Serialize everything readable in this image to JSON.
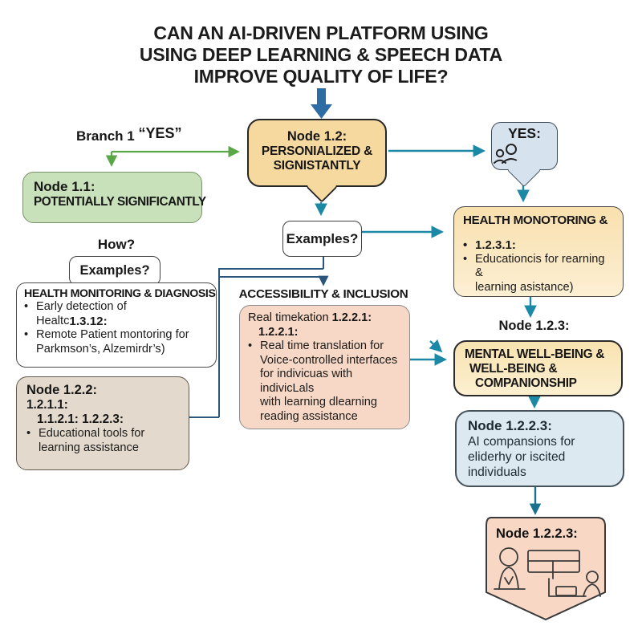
{
  "chars": {
    "bullet": "•"
  },
  "title": {
    "line1": "CAN AN AI-DRIVEN PLATFORM USING",
    "line2": "USING DEEP LEARNING & SPEECH DATA",
    "line3": "IMPROVE QUALITY OF LIFE?"
  },
  "branch": {
    "label": "Branch 1 ",
    "yes": "“YES”"
  },
  "node11": {
    "title": "Node 1.1:",
    "body": "POTENTIALLY SIGNIFICANTLY"
  },
  "how": "How?",
  "examples_left": "Examples?",
  "examples_mid": "Examples?",
  "node12": {
    "title": "Node 1.2:",
    "line2": "PERSONIALIZED &",
    "line3": "SIGNISTANTLY"
  },
  "yes_bubble": {
    "label": "YES:"
  },
  "health_diag": {
    "heading": "HEALTH MONITORING & DIAGNOSIS",
    "b1l1": "Early detection of",
    "b1l2_pre": "Healtc ",
    "b1l2_bold": "1.3.12:",
    "b2l1": "Remote Patient montoring for",
    "b2l2": "Parkmson’s, Alzemirdr’s)"
  },
  "node122": {
    "title": "Node 1.2.2:",
    "sub1": "1.2.1.1:",
    "sub2": "1.1.2.1: 1.2.2.3:",
    "b1l1": "Educational tools for",
    "b1l2": "learning assistance"
  },
  "accessibility": {
    "heading": "ACCESSIBILITY & INCLUSION",
    "l1_pre": "Real timekation ",
    "l1_bold": "1.2.2.1:",
    "l2": "1.2.2.1:",
    "b1": "Real time translation for",
    "b2": "Voice-controlled interfaces",
    "b3": "for indivicuas with indivicLals",
    "b4": "with learning dlearning",
    "b5": "reading assistance"
  },
  "health_mon": {
    "heading": "HEALTH MONOTORING &",
    "b1": "1.2.3.1:",
    "b2l1": "Educationcis for rearning &",
    "b2l2": "learning asistance)"
  },
  "node123_label": "Node 1.2.3:",
  "mental": {
    "l1": "MENTAL WELL-BEING &",
    "l2": "WELL-BEING &",
    "l3": "COMPANIONSHIP"
  },
  "node1223": {
    "title": "Node 1.2.2.3:",
    "l1": "AI compansions for",
    "l2": "eliderhy or iscited",
    "l3": "individuals"
  },
  "banner": {
    "title": "Node 1.2.2.3:"
  },
  "colors": {
    "teal": "#1b89a6",
    "dteal": "#19708f",
    "green": "#5aa748",
    "navy": "#2a567c",
    "steel": "#2e6da4",
    "node12_fill": "#f6d99e",
    "node11_fill": "#c9e1ba",
    "yes_fill": "#d6e3ee",
    "orange_fill": "#f9e0ae",
    "pink_fill": "#f7d7c5",
    "tan_fill": "#e3dacd",
    "blue_fill": "#dce9f0",
    "banner_fill": "#f8d8c5"
  }
}
